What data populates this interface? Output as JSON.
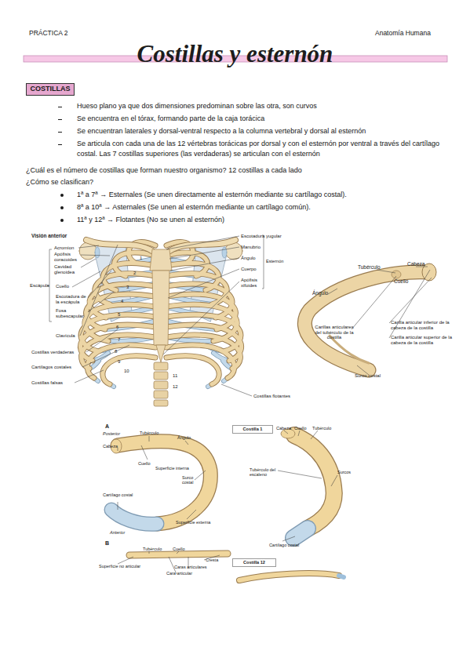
{
  "diagram": {
    "title": "Costillas y esternón",
    "nodes": [
      {
        "text": [
          "COSTILLAS"
        ]
      },
      {
        "text": [
          "Costilla 1"
        ]
      },
      {
        "text": [
          "Costilla 12"
        ]
      }
    ],
    "labels": [
      "PRÁCTICA 2",
      "Anatomía Humana",
      "Hueso plano ya que dos dimensiones predominan sobre las otra, son curvos",
      "Se encuentra en el tórax, formando parte de la caja torácica",
      "Se encuentran laterales y dorsal-ventral respecto a la columna vertebral y dorsal al esternón",
      "Se articula con cada una de las 12 vértebras torácicas por dorsal y con el esternón por ventral a través del cartílago costal. Las 7 costillas superiores (las verdaderas) se articulan con el esternón",
      "¿Cuál es el número de costillas que forman nuestro organismo? 12 costillas a cada lado",
      "¿Cómo se clasifican?",
      "1ª a 7ª → Esternales (Se unen directamente al esternón mediante su cartílago costal).",
      "8ª a 10ª → Asternales (Se unen al esternón mediante un cartílago común).",
      "11ª y 12ª → Flotantes (No se unen al esternón)",
      "Visión anterior",
      "Acromion",
      "Apófisis coracoides",
      "Cavidad glenoidea",
      "Escápula",
      "Cuello",
      "Escotadura de la escápula",
      "Fosa subescapular",
      "Clavícula",
      "Costillas verdaderas",
      "Cartílagos costales",
      "Costillas falsas",
      "Costillas flotantes",
      "Escotadura yugular",
      "Manubrio",
      "Ángulo",
      "Cuerpo",
      "Apófisis xifoides",
      "Esternón",
      "1",
      "2",
      "3",
      "4",
      "5",
      "6",
      "7",
      "8",
      "9",
      "10",
      "11",
      "12",
      "Tubérculo",
      "Cabeza",
      "Cuello",
      "Ángulo",
      "Carillas articulares del tubérculo de la costilla",
      "Carilla articular inferior de la cabeza de la costilla",
      "Carilla articular superior de la cabeza de la costilla",
      "Surco costal",
      "A",
      "Posterior",
      "Tubérculo",
      "Ángulo",
      "Cabeza",
      "Cuello",
      "Superficie interna",
      "Surco costal",
      "Cartílago costal",
      "Superficie externa",
      "Anterior",
      "B",
      "Tubérculo",
      "Cuello",
      "Cresta",
      "Superficie no articular",
      "Caras articulares",
      "Cara articular",
      "Cabeza",
      "Cuello",
      "Tubérculo",
      "Tubérculo del escaleno",
      "Surcos",
      "Cartílago costal"
    ]
  }
}
